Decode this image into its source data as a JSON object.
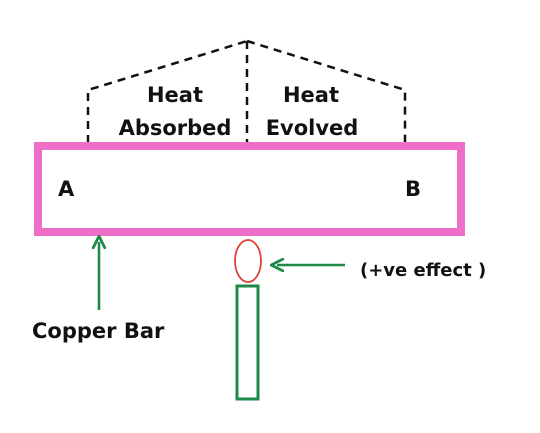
{
  "labels": {
    "heat_absorbed_line1": "Heat",
    "heat_absorbed_line2": "Absorbed",
    "heat_evolved_line1": "Heat",
    "heat_evolved_line2": "Evolved",
    "end_a": "A",
    "end_b": "B",
    "copper_bar": "Copper Bar",
    "effect": "(+ve effect )"
  },
  "colors": {
    "bar": "#ee6ec8",
    "arrow": "#1e8a4a",
    "flame": "#d9453a",
    "burner": "#1e8a4a",
    "dashed": "#111111",
    "text": "#111111"
  }
}
